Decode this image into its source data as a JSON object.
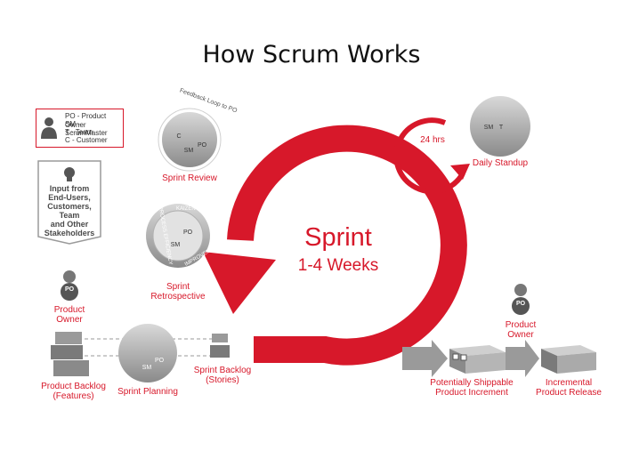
{
  "title": "How Scrum Works",
  "legend": {
    "lines": [
      "PO - Product Owner",
      "SM - ScrumMaster",
      "T - Team",
      "C - Customer"
    ]
  },
  "input_box": {
    "lines": [
      "Input from",
      "End-Users,",
      "Customers, Team",
      "and Other",
      "Stakeholders"
    ]
  },
  "sprint": {
    "title": "Sprint",
    "duration": "1-4 Weeks"
  },
  "cycle": {
    "label": "24 hrs"
  },
  "feedback_arc": "Feedback Loop to PO",
  "retro_ring": [
    "KAIZEN",
    "IMPROVEMENTS",
    "PROCESS EFFICIENCY"
  ],
  "stages": {
    "sprint_review": "Sprint Review",
    "sprint_retrospective": [
      "Sprint",
      "Retrospective"
    ],
    "daily_standup": "Daily Standup",
    "product_owner_left": [
      "Product",
      "Owner"
    ],
    "product_owner_right": [
      "Product",
      "Owner"
    ],
    "product_backlog": [
      "Product Backlog",
      "(Features)"
    ],
    "sprint_planning": "Sprint Planning",
    "sprint_backlog": [
      "Sprint Backlog",
      "(Stories)"
    ],
    "potentially_shippable": [
      "Potentially Shippable",
      "Product Increment"
    ],
    "incremental_release": [
      "Incremental",
      "Product Release"
    ]
  },
  "badges": {
    "po": "PO",
    "sm": "SM",
    "t": "T",
    "c": "C"
  },
  "colors": {
    "accent": "#d7182a",
    "grey_dark": "#5a5a5a",
    "grey_mid": "#8c8c8c",
    "grey_light": "#c8c8c8"
  }
}
